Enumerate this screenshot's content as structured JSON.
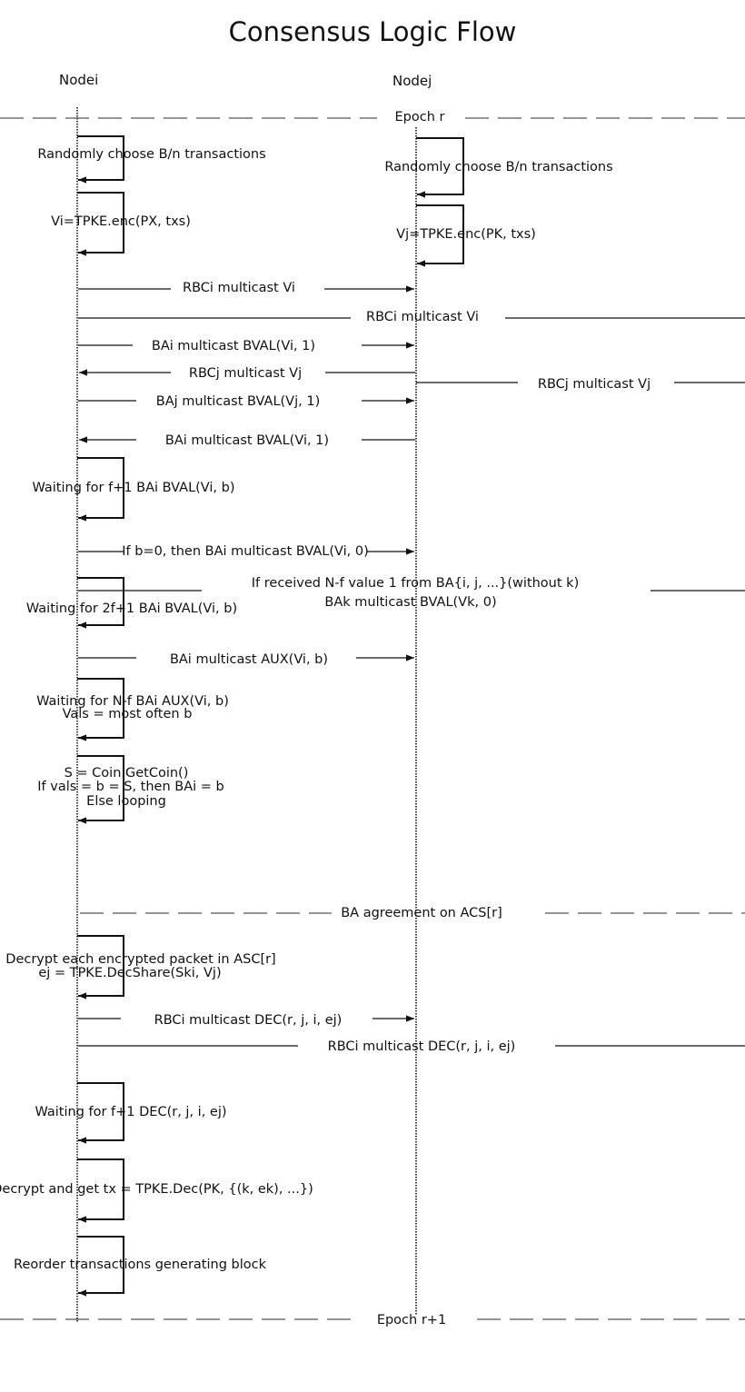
{
  "title": "Consensus Logic Flow",
  "nodes": {
    "left": "Nodei",
    "right": "Nodej"
  },
  "epochs": {
    "start": "Epoch r",
    "end": "Epoch r+1",
    "agreement": "BA agreement on ACS[r]"
  },
  "labels": {
    "choose_i": "Randomly choose B/n transactions",
    "choose_j": "Randomly choose B/n transactions",
    "enc_i": "Vi=TPKE.enc(PX, txs)",
    "enc_j": "Vj=TPKE.enc(PK, txs)",
    "rbci_vi_1": "RBCi multicast Vi",
    "rbci_vi_2": "RBCi multicast Vi",
    "bai_bval_1": "BAi multicast BVAL(Vi, 1)",
    "rbcj_vj_1": "RBCj multicast Vj",
    "rbcj_vj_2": "RBCj multicast Vj",
    "baj_bval": "BAj multicast BVAL(Vj, 1)",
    "bai_bval_2": "BAi multicast BVAL(Vi, 1)",
    "wait_f1": "Waiting for f+1 BAi BVAL(Vi, b)",
    "if_b0": "If b=0, then BAi multicast BVAL(Vi, 0)",
    "if_received": "If received N-f value 1 from BA{i, j, ...}(without k)",
    "bak_bval": "BAk multicast BVAL(Vk, 0)",
    "wait_2f1": "Waiting for 2f+1 BAi BVAL(Vi, b)",
    "bai_aux": "BAi multicast AUX(Vi, b)",
    "wait_nf": "Waiting for N-f BAi AUX(Vi, b)",
    "vals": "Vals = most often b",
    "coin": "S = Coin.GetCoin()",
    "if_vals": "If vals = b = S, then BAi = b",
    "else_loop": "Else looping",
    "decrypt_each": "Decrypt each encrypted packet in ASC[r]",
    "ej": "ej = TPKE.DecShare(Ski, Vj)",
    "rbci_dec_1": "RBCi multicast DEC(r, j, i, ej)",
    "rbci_dec_2": "RBCi multicast DEC(r, j, i, ej)",
    "wait_dec": "Waiting for f+1 DEC(r, j, i, ej)",
    "decrypt_get": "Decrypt and get tx = TPKE.Dec(PK, {(k, ek), ...})",
    "reorder": "Reorder transactions generating block"
  }
}
